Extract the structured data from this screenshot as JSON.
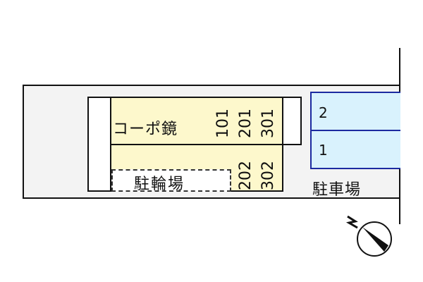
{
  "building": {
    "name": "コーポ鏡",
    "rooms_top": [
      "101",
      "201",
      "301"
    ],
    "rooms_bottom": [
      "202",
      "302"
    ],
    "fill_color": "#fdf8cc"
  },
  "bicycle_parking": {
    "label": "駐輪場"
  },
  "parking": {
    "label": "駐車場",
    "spaces": [
      "2",
      "1"
    ],
    "fill_color": "#d9f2fd",
    "border_color": "#1c2aa0"
  },
  "compass": {
    "label": "N",
    "icon": "north-arrow-icon"
  }
}
